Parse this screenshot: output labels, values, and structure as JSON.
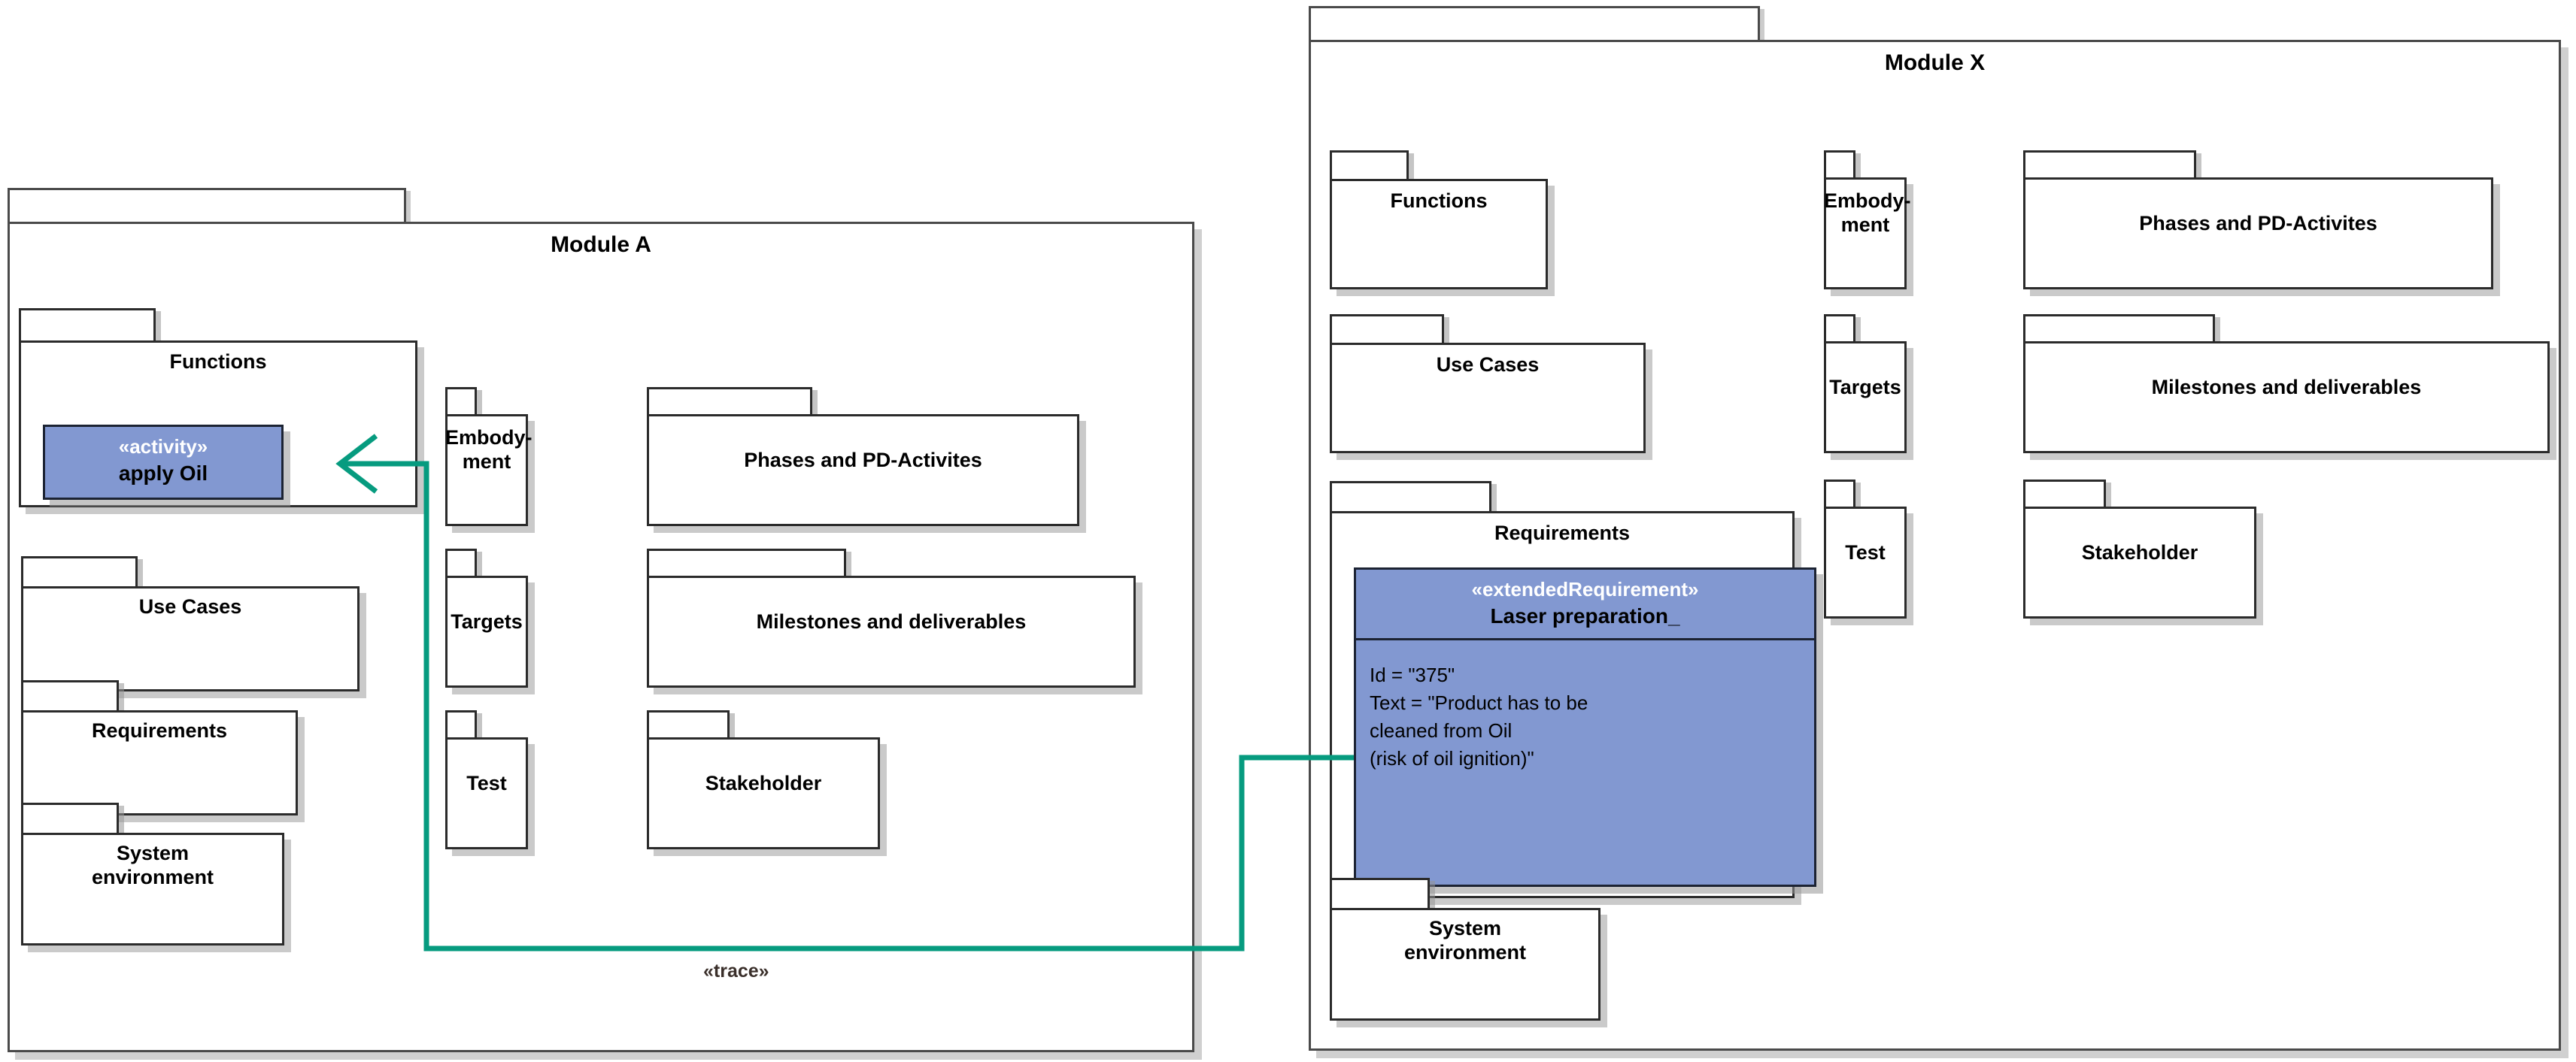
{
  "diagram": {
    "title_left": "Module A",
    "title_right": "Module X",
    "connector": {
      "stereotype_label": "«trace»",
      "color": "#069b7f",
      "arrow": "open-arrowhead-left"
    },
    "accent_blue": "#8298d1",
    "border_color": "#2b2b2b"
  },
  "module_a": {
    "title": "Module A",
    "packages": {
      "functions": "Functions",
      "use_cases": "Use Cases",
      "requirements": "Requirements",
      "system_environment": "System\nenvironment",
      "embodyment": "Embody-\nment",
      "targets": "Targets",
      "test": "Test",
      "phases": "Phases and PD-Activites",
      "milestones": "Milestones and deliverables",
      "stakeholder": "Stakeholder"
    },
    "activity": {
      "stereotype": "«activity»",
      "name": "apply Oil"
    }
  },
  "module_x": {
    "title": "Module X",
    "packages": {
      "functions": "Functions",
      "use_cases": "Use Cases",
      "requirements": "Requirements",
      "system_environment": "System\nenvironment",
      "embodyment": "Embody-\nment",
      "targets": "Targets",
      "test": "Test",
      "phases": "Phases and PD-Activites",
      "milestones": "Milestones and deliverables",
      "stakeholder": "Stakeholder"
    },
    "requirement": {
      "stereotype": "«extendedRequirement»",
      "name": "Laser preparation_",
      "attributes": "Id = \"375\"\nText = \"Product has to be\ncleaned from Oil\n(risk  of oil ignition)\""
    }
  }
}
